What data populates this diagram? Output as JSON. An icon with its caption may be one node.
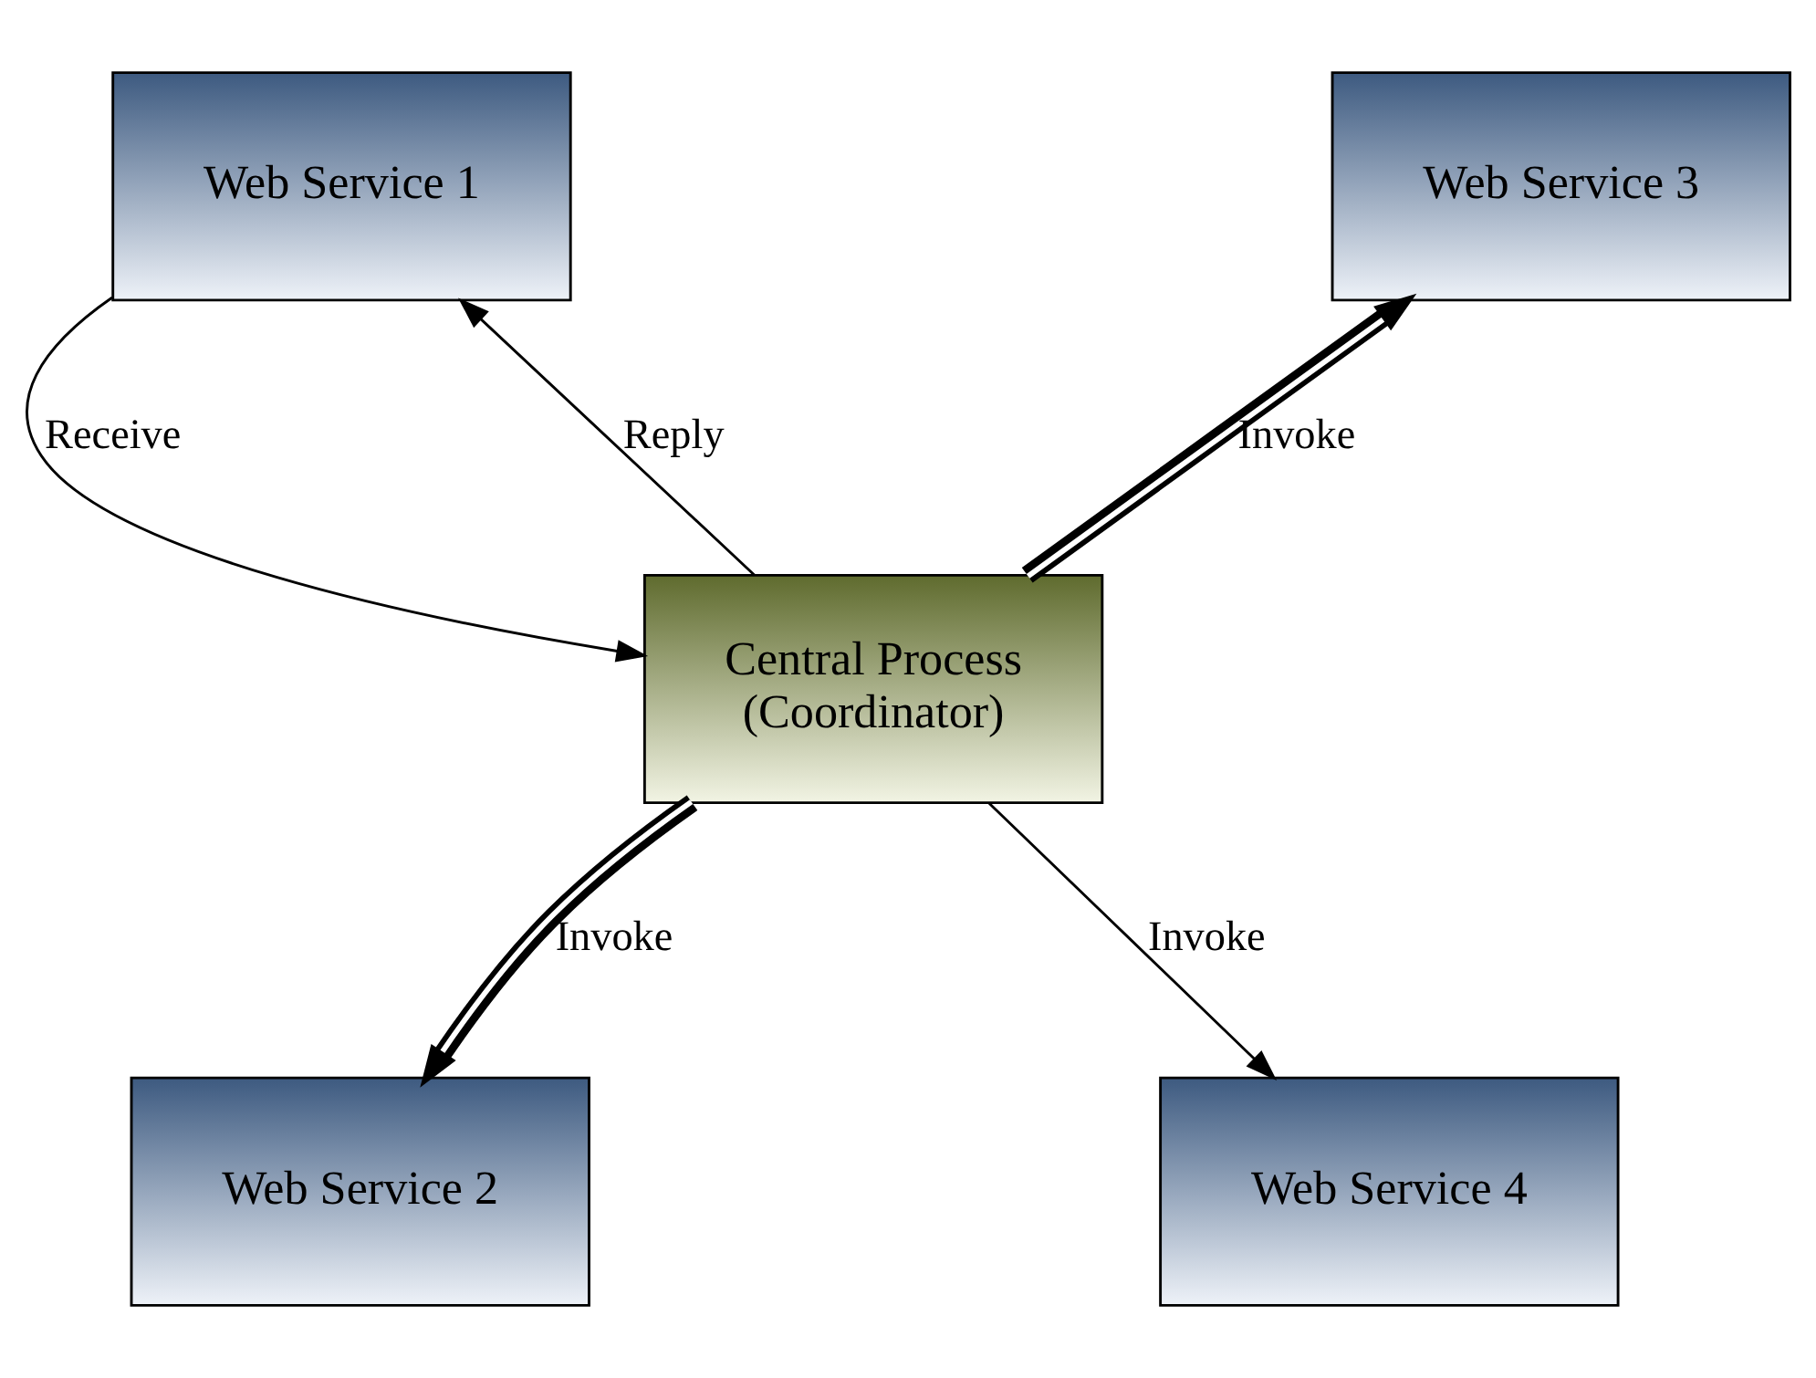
{
  "diagram": {
    "nodes": [
      {
        "text": [
          "Web Service 1"
        ]
      },
      {
        "text": [
          "Web Service 3"
        ]
      },
      {
        "text": [
          "Central Process (Coordinator)"
        ]
      },
      {
        "text": [
          "Web Service 2"
        ]
      },
      {
        "text": [
          "Web Service 4"
        ]
      }
    ],
    "edges": [
      {
        "from": 0,
        "to": 2,
        "arrow": "to",
        "label": "Receive"
      },
      {
        "from": 2,
        "to": 0,
        "arrow": "to",
        "label": "Reply"
      },
      {
        "from": 2,
        "to": 1,
        "arrow": "to",
        "label": "Invoke",
        "style": "thick"
      },
      {
        "from": 2,
        "to": 3,
        "arrow": "to",
        "label": "Invoke",
        "style": "thick"
      },
      {
        "from": 2,
        "to": 4,
        "arrow": "to",
        "label": "Invoke"
      }
    ]
  }
}
